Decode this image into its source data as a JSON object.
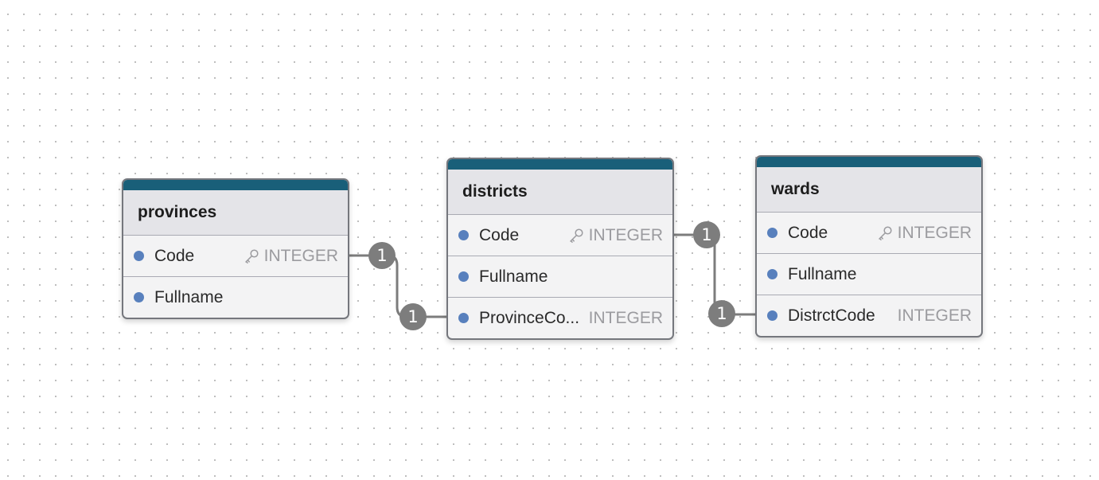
{
  "tables": [
    {
      "name": "provinces",
      "columns": [
        {
          "name": "Code",
          "type": "INTEGER",
          "primary_key": true
        },
        {
          "name": "Fullname",
          "type": "",
          "primary_key": false
        }
      ]
    },
    {
      "name": "districts",
      "columns": [
        {
          "name": "Code",
          "type": "INTEGER",
          "primary_key": true
        },
        {
          "name": "Fullname",
          "type": "",
          "primary_key": false
        },
        {
          "name": "ProvinceCo...",
          "type": "INTEGER",
          "primary_key": false
        }
      ]
    },
    {
      "name": "wards",
      "columns": [
        {
          "name": "Code",
          "type": "INTEGER",
          "primary_key": true
        },
        {
          "name": "Fullname",
          "type": "",
          "primary_key": false
        },
        {
          "name": "DistrctCode",
          "type": "INTEGER",
          "primary_key": false
        }
      ]
    }
  ],
  "relationships": [
    {
      "from": "provinces.Code",
      "to": "districts.ProvinceCo...",
      "from_cardinality": "1",
      "to_cardinality": "1"
    },
    {
      "from": "districts.Code",
      "to": "wards.DistrctCode",
      "from_cardinality": "1",
      "to_cardinality": "1"
    }
  ],
  "colors": {
    "header_bar": "#195f79",
    "column_dot": "#5880bd",
    "connector": "#7d7d7d",
    "type_text": "#9b9b9f"
  },
  "icons": {
    "primary_key": "key-icon"
  }
}
